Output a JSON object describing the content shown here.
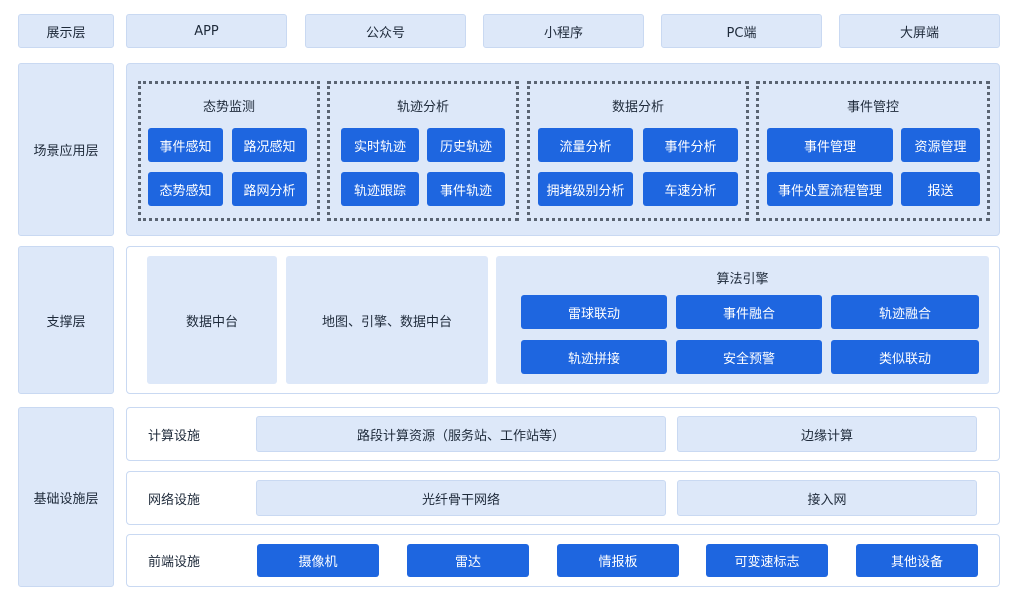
{
  "layers": {
    "display": {
      "label": "展示层",
      "items": [
        "APP",
        "公众号",
        "小程序",
        "PC端",
        "大屏端"
      ]
    },
    "scene": {
      "label": "场景应用层",
      "groups": [
        {
          "title": "态势监测",
          "items": [
            "事件感知",
            "路况感知",
            "态势感知",
            "路网分析"
          ]
        },
        {
          "title": "轨迹分析",
          "items": [
            "实时轨迹",
            "历史轨迹",
            "轨迹跟踪",
            "事件轨迹"
          ]
        },
        {
          "title": "数据分析",
          "items": [
            "流量分析",
            "事件分析",
            "拥堵级别分析",
            "车速分析"
          ]
        },
        {
          "title": "事件管控",
          "items": [
            "事件管理",
            "资源管理",
            "事件处置流程管理",
            "报送"
          ]
        }
      ]
    },
    "support": {
      "label": "支撑层",
      "data_center": "数据中台",
      "map_center": "地图、引擎、数据中台",
      "algo": {
        "title": "算法引擎",
        "items": [
          "雷球联动",
          "事件融合",
          "轨迹融合",
          "轨迹拼接",
          "安全预警",
          "类似联动"
        ]
      }
    },
    "infra": {
      "label": "基础设施层",
      "compute": {
        "label": "计算设施",
        "items": [
          "路段计算资源（服务站、工作站等）",
          "边缘计算"
        ]
      },
      "network": {
        "label": "网络设施",
        "items": [
          "光纤骨干网络",
          "接入网"
        ]
      },
      "frontend": {
        "label": "前端设施",
        "items": [
          "摄像机",
          "雷达",
          "情报板",
          "可变速标志",
          "其他设备"
        ]
      }
    }
  }
}
